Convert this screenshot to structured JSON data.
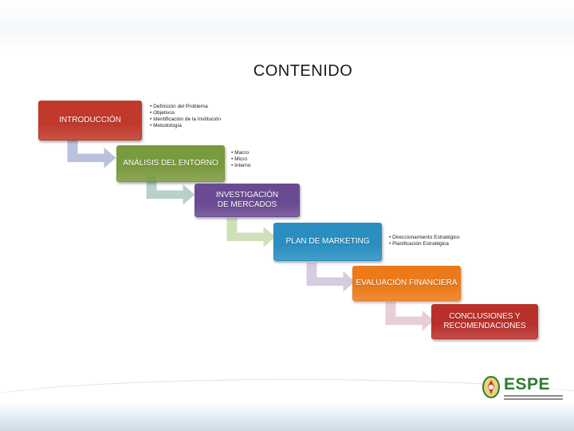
{
  "slide": {
    "title": "CONTENIDO"
  },
  "steps": [
    {
      "label": "INTRODUCCIÓN",
      "color": "#c0392b",
      "notes": [
        "Definición del Problema",
        "Objetivos",
        "Identificación de la Institución",
        "Metodología"
      ]
    },
    {
      "label": "ANÁLISIS DEL ENTORNO",
      "color": "#7a9a3e",
      "notes": [
        "Macro",
        "Micro",
        "Interno"
      ]
    },
    {
      "label": "INVESTIGACIÓN DE MERCADOS",
      "color": "#6a4a92",
      "notes": []
    },
    {
      "label": "PLAN DE MARKETING",
      "color": "#2a8fc0",
      "notes": [
        "Direccionamiento Estratégico",
        "Planificación Estratégica"
      ]
    },
    {
      "label": "EVALUACIÓN FINANCIERA",
      "color": "#ec7a1a",
      "notes": []
    },
    {
      "label": "CONCLUSIONES Y RECOMENDACIONES",
      "color": "#b9302b",
      "notes": []
    }
  ],
  "arrow_colors": [
    "#b9c2dc",
    "#b8d1c8",
    "#cfe0b8",
    "#d6cce0",
    "#e8cfd6"
  ],
  "logo": {
    "text": "ESPE",
    "color": "#2e7d32"
  }
}
